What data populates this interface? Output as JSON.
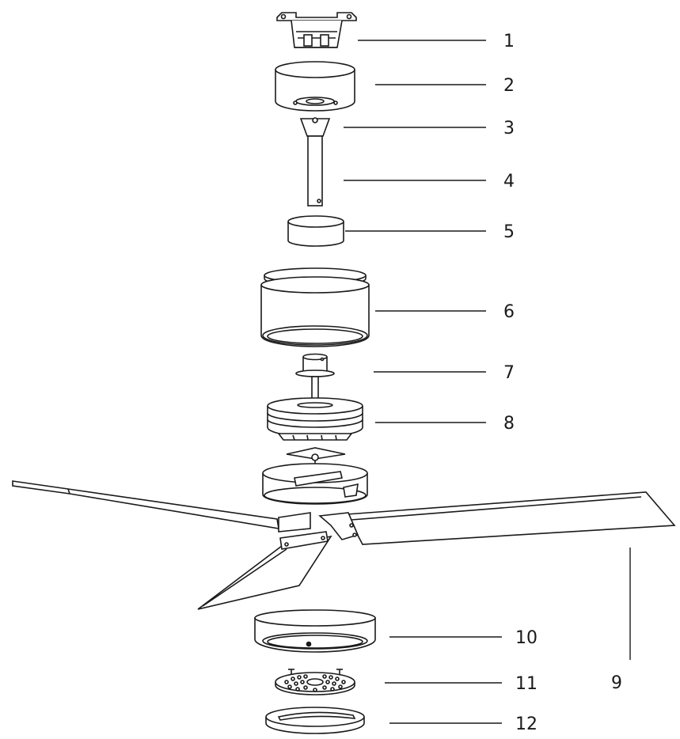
{
  "callouts": {
    "c1": "1",
    "c2": "2",
    "c3": "3",
    "c4": "4",
    "c5": "5",
    "c6": "6",
    "c7": "7",
    "c8": "8",
    "c9": "9",
    "c10": "10",
    "c11": "11",
    "c12": "12"
  },
  "colors": {
    "stroke": "#1a1a1a",
    "background": "#ffffff"
  }
}
